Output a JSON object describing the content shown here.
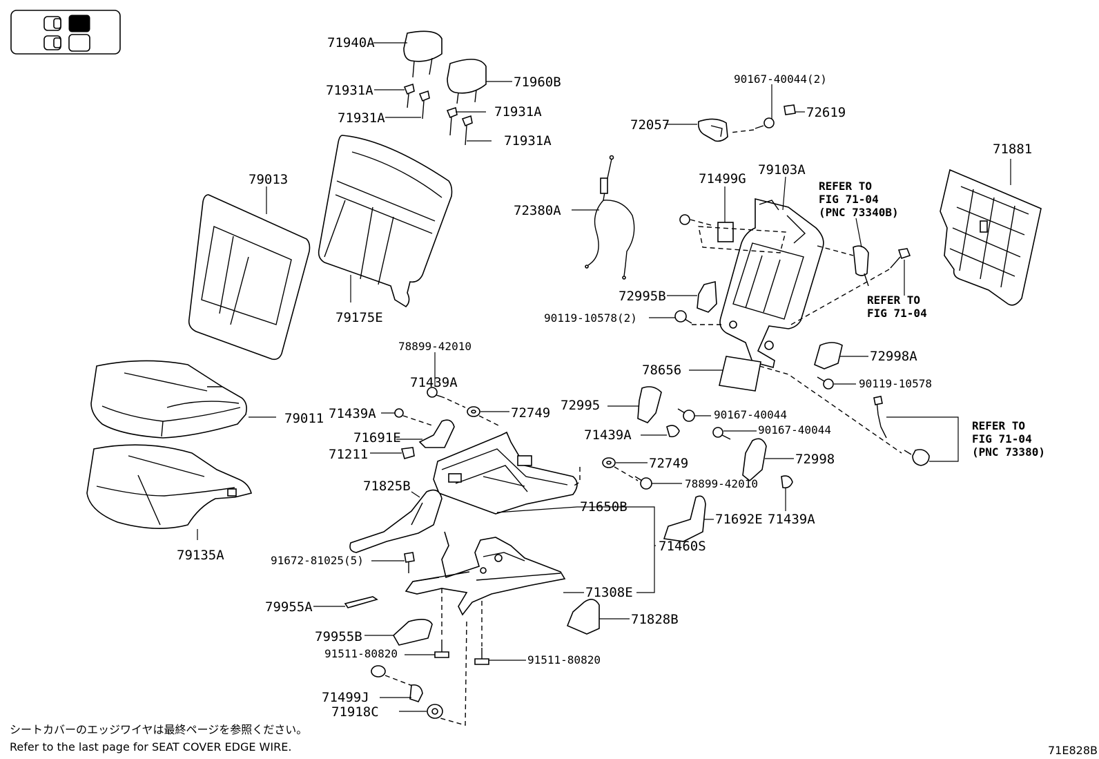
{
  "labels": {
    "p71940A": "71940A",
    "p71960B": "71960B",
    "p71931A_1": "71931A",
    "p71931A_2": "71931A",
    "p71931A_3": "71931A",
    "p71931A_4": "71931A",
    "p79013": "79013",
    "p79175E": "79175E",
    "p79011": "79011",
    "p79135A": "79135A",
    "p90167_40044_2": "90167-40044(2)",
    "p72057": "72057",
    "p72619": "72619",
    "p71881": "71881",
    "p71499G": "71499G",
    "p79103A": "79103A",
    "p72380A": "72380A",
    "p72995B": "72995B",
    "p90119_10578_2": "90119-10578(2)",
    "p78899_42010_a": "78899-42010",
    "p71439A_a": "71439A",
    "p71439A_b": "71439A",
    "p72749_a": "72749",
    "p71691E": "71691E",
    "p71211": "71211",
    "p71825B": "71825B",
    "p72995": "72995",
    "p90167_40044_a": "90167-40044",
    "p71439A_c": "71439A",
    "p90167_40044_b": "90167-40044",
    "p72749_b": "72749",
    "p72998": "72998",
    "p78899_42010_b": "78899-42010",
    "p78656": "78656",
    "p72998A": "72998A",
    "p90119_10578": "90119-10578",
    "p71650B": "71650B",
    "p71692E": "71692E",
    "p71439A_d": "71439A",
    "p71460S": "71460S",
    "p91672_81025_5": "91672-81025(5)",
    "p71308E": "71308E",
    "p79955A": "79955A",
    "p71828B": "71828B",
    "p79955B": "79955B",
    "p91511_80820_a": "91511-80820",
    "p91511_80820_b": "91511-80820",
    "p71499J": "71499J",
    "p71918C": "71918C"
  },
  "refs": {
    "ref1": [
      "REFER TO",
      "FIG 71-04",
      "(PNC 73340B)"
    ],
    "ref2": [
      "REFER TO",
      "FIG 71-04"
    ],
    "ref3": [
      "REFER TO",
      "FIG 71-04",
      "(PNC 73380)"
    ]
  },
  "notes": {
    "jp": "シートカバーのエッジワイヤは最終ページを参照ください。",
    "en": "Refer to the last page for SEAT COVER EDGE WIRE."
  },
  "figure_code": "71E828B"
}
